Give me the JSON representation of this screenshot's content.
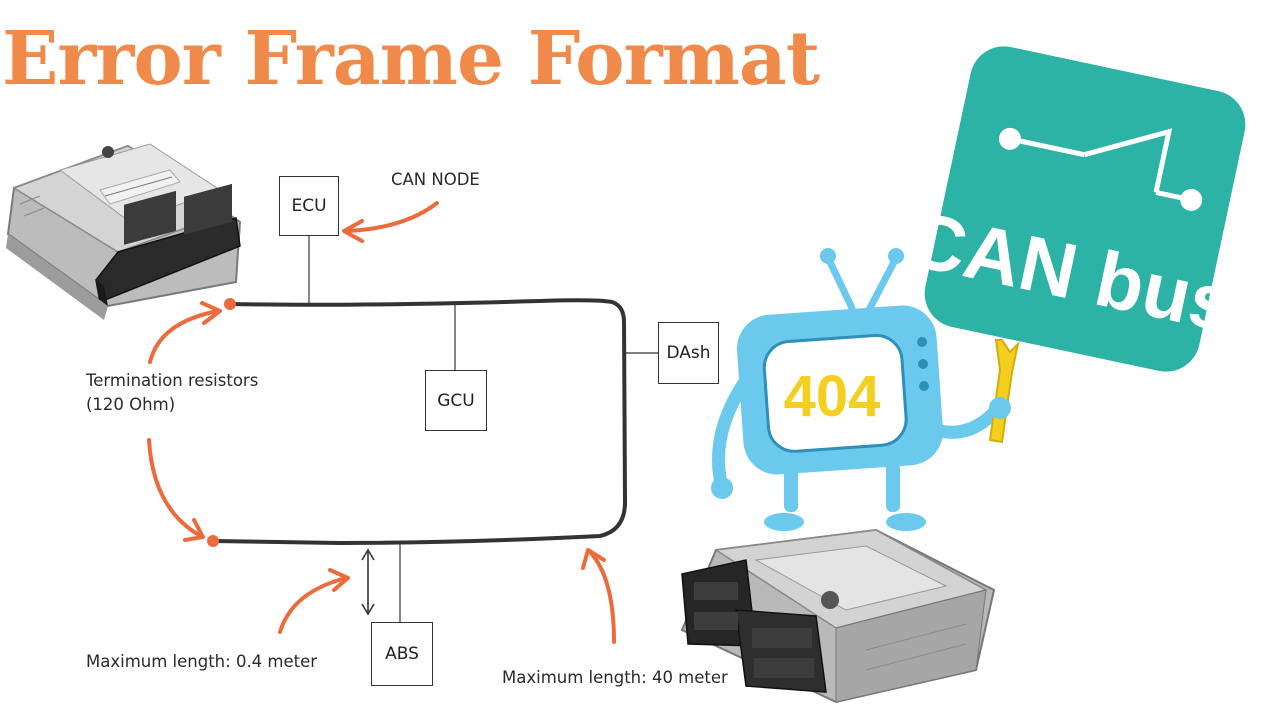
{
  "title": "Error Frame Format",
  "nodes": {
    "ecu": "ECU",
    "gcu": "GCU",
    "dash": "DAsh",
    "abs": "ABS"
  },
  "annotations": {
    "can_node": "CAN NODE",
    "termination_line1": "Termination resistors",
    "termination_line2": "(120 Ohm)",
    "max_len_short": "Maximum length: 0.4 meter",
    "max_len_long": "Maximum length: 40 meter"
  },
  "logo": {
    "text": "CAN bus",
    "color": "#2cb3a6"
  },
  "mascot": {
    "screen_text": "404",
    "body_color": "#6cc9ee",
    "text_color": "#f4cf1f"
  },
  "colors": {
    "title": "#f08a4b",
    "arrow": "#ec6a3c",
    "bus_line": "#333333"
  }
}
